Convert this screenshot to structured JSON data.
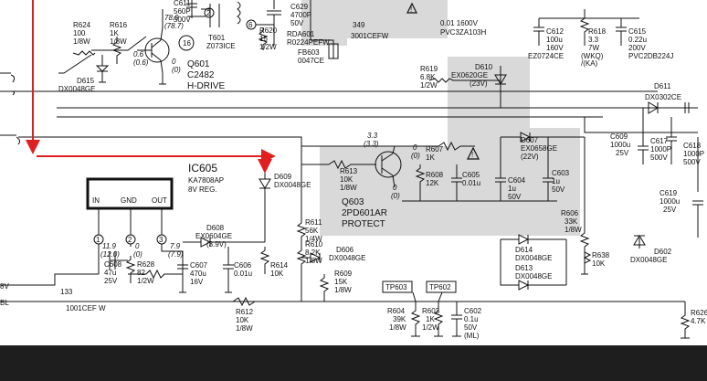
{
  "colors": {
    "shade": "#d9d9d9",
    "arrow": "#e02020",
    "footer": "#1e1e1e"
  },
  "labels": {
    "r624": [
      "R624",
      "100",
      "1/8W"
    ],
    "r616": [
      "R616",
      "1K",
      "1/8W"
    ],
    "q601_pins_top": [
      "78.9",
      "(78.7)"
    ],
    "q601_pins_mid": [
      "0.6",
      "(0.6)"
    ],
    "q601_pins_bot": [
      "0",
      "(0)"
    ],
    "pin16": "16",
    "q601": [
      "Q601",
      "C2482",
      "H-DRIVE"
    ],
    "d615": [
      "D615",
      "DX0048GE"
    ],
    "c611": [
      "C611",
      "560P",
      "500V"
    ],
    "pin2": "2",
    "pin6": "6",
    "t601": [
      "T601",
      "Z073ICE"
    ],
    "r620": [
      "R620",
      "15",
      "1/2W"
    ],
    "c629": [
      "C629",
      "4700P",
      "50V"
    ],
    "rda601": [
      "RDA601",
      "R0224PEFW"
    ],
    "fb603": [
      "FB603",
      "0047CE"
    ],
    "j349": "349",
    "j3001": "3001CEFW",
    "c_top": [
      "0.01 1600V",
      "PVC3ZA103H"
    ],
    "c612": [
      "C612",
      "100u",
      "160V",
      "EZ0724CE"
    ],
    "r618": [
      "R618",
      "3.3",
      "7W",
      "(WKQ)",
      "/(KA)"
    ],
    "c615": [
      "C615",
      "0.22u",
      "200V",
      "PVC2DB224J"
    ],
    "r619": [
      "R619",
      "6.8K",
      "1/2W"
    ],
    "d610": [
      "D610",
      "EX0620GE",
      "(23V)"
    ],
    "d611": [
      "D611",
      "DX0302CE"
    ],
    "c609": [
      "C609",
      "1000u",
      "25V"
    ],
    "c617": [
      "C617",
      "1000P",
      "500V"
    ],
    "c618": [
      "C618",
      "1000P",
      "500V"
    ],
    "c619": [
      "C619",
      "1000u",
      "25V"
    ],
    "ic605": [
      "IC605",
      "KA7808AP",
      "8V REG."
    ],
    "ic_pins": [
      "IN",
      "GND",
      "OUT"
    ],
    "ic_pin_nums": [
      "1",
      "2",
      "3"
    ],
    "v_in": [
      "11.9",
      "(12.0)"
    ],
    "v_gnd": [
      "0",
      "(0)"
    ],
    "v_out": [
      "7.9",
      "(7.9)"
    ],
    "d609": [
      "D609",
      "DX0048GE"
    ],
    "r611": [
      "R611",
      "56K",
      "1/4W"
    ],
    "r610": [
      "R610",
      "8.2K",
      "1/8W"
    ],
    "r609": [
      "R609",
      "15K",
      "1/8W"
    ],
    "d606": [
      "D606",
      "DX0048GE"
    ],
    "r613": [
      "R613",
      "10K",
      "1/8W"
    ],
    "v_q603_top": [
      "3.3",
      "(3.3)"
    ],
    "v_q603_c": [
      "0",
      "(0)"
    ],
    "v_q603_e": [
      "0",
      "(0)"
    ],
    "r607": [
      "R607",
      "1K"
    ],
    "r608": [
      "R608",
      "12K"
    ],
    "c605": [
      "C605",
      "0.01u"
    ],
    "c604": [
      "C604",
      "1u",
      "50V"
    ],
    "d607": [
      "D607",
      "EX0658GE",
      "(22V)"
    ],
    "c603": [
      "C603",
      "1u",
      "50V"
    ],
    "q603": [
      "Q603",
      "2PD601AR",
      "PROTECT"
    ],
    "r606": [
      "R606",
      "33K",
      "1/8W"
    ],
    "d614": [
      "D614",
      "DX0048GE"
    ],
    "d613": [
      "D613",
      "DX0048GE"
    ],
    "r638": [
      "R638",
      "10K"
    ],
    "d602": [
      "D602",
      "DX0048GE"
    ],
    "d608": [
      "D608",
      "EX0604GE",
      "(3.9V)"
    ],
    "c608": [
      "C608",
      "47u",
      "25V"
    ],
    "r628": [
      "R628",
      "82",
      "1/2W"
    ],
    "c607": [
      "C607",
      "470u",
      "16V"
    ],
    "c606": [
      "C606",
      "0.01u"
    ],
    "r614": [
      "R614",
      "10K"
    ],
    "j133": "133",
    "j1001": "1001CEF W",
    "r612": [
      "R612",
      "10K",
      "1/8W"
    ],
    "tp603": "TP603",
    "tp602": "TP602",
    "r604": [
      "R604",
      "39K",
      "1/8W"
    ],
    "r603": [
      "R603",
      "1K",
      "1/2W"
    ],
    "c602": [
      "C602",
      "0.1u",
      "50V",
      "(ML)"
    ],
    "r626": [
      "R626",
      "4.7K"
    ],
    "edge_left": [
      "8V",
      "BL"
    ]
  }
}
